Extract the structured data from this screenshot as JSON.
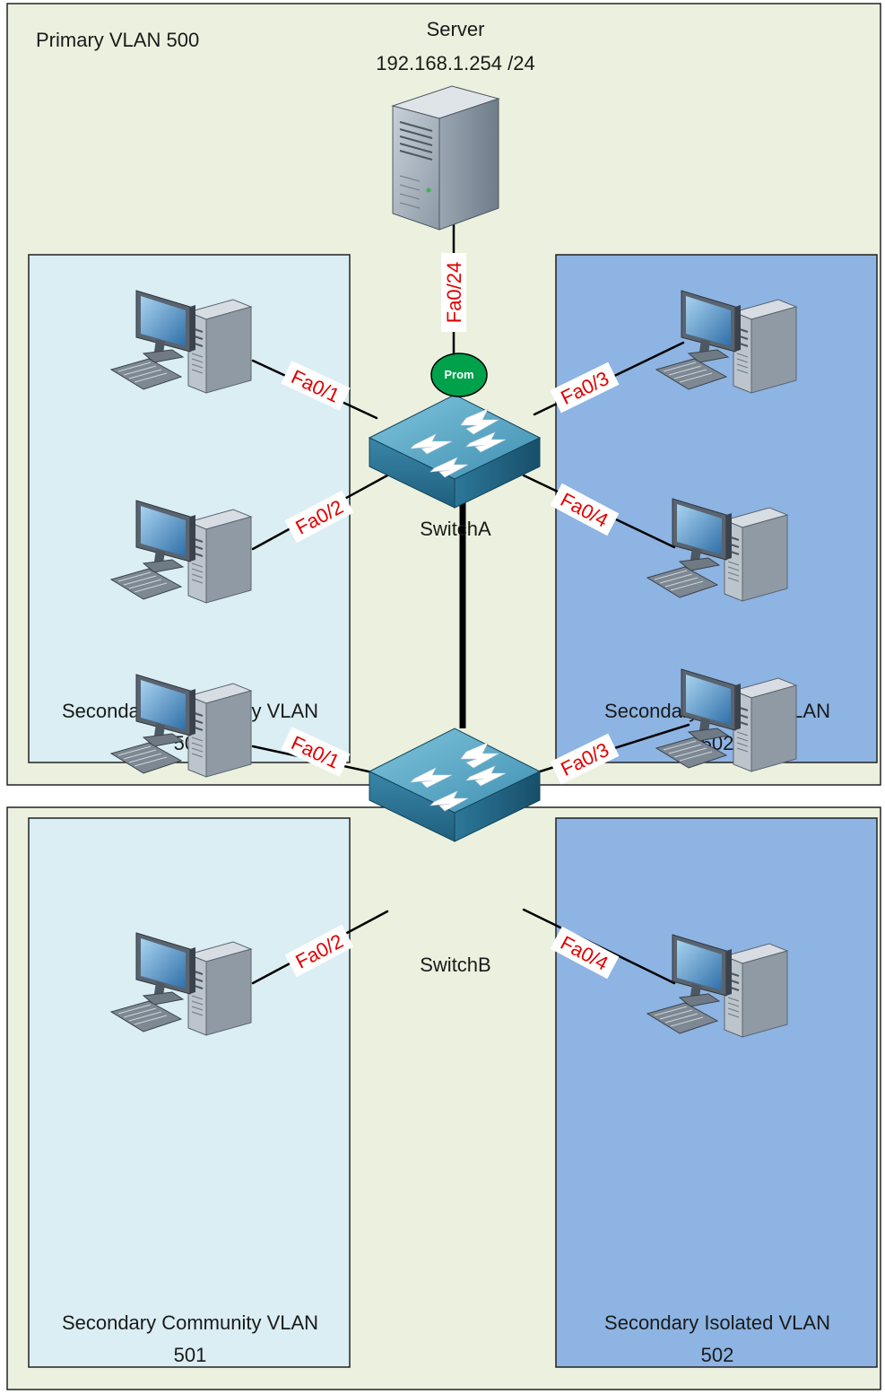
{
  "primary_vlan": {
    "label": "Primary VLAN 500"
  },
  "server": {
    "name": "Server",
    "ip": "192.168.1.254 /24",
    "port": "Fa0/24"
  },
  "switch_a": {
    "name": "SwitchA",
    "badge": "Prom",
    "ports": {
      "p1": "Fa0/1",
      "p2": "Fa0/2",
      "p3": "Fa0/3",
      "p4": "Fa0/4"
    }
  },
  "switch_b": {
    "name": "SwitchB",
    "ports": {
      "p1": "Fa0/1",
      "p2": "Fa0/2",
      "p3": "Fa0/3",
      "p4": "Fa0/4"
    }
  },
  "top": {
    "community": {
      "line1": "Secondary Community VLAN",
      "line2": "501"
    },
    "isolated": {
      "line1": "Secondary Isolated VLAN",
      "line2": "502"
    }
  },
  "bottom": {
    "community": {
      "line1": "Secondary Community VLAN",
      "line2": "501"
    },
    "isolated": {
      "line1": "Secondary Isolated VLAN",
      "line2": "502"
    }
  },
  "colors": {
    "primary_bg": "#ebf1de",
    "community_bg": "#daeef3",
    "isolated_bg": "#8db4e2",
    "port_label": "#e00000",
    "prom_badge": "#00a14b"
  },
  "icons": {
    "server": "server-tower-icon",
    "switch": "layer2-switch-icon",
    "pc": "desktop-pc-icon"
  }
}
